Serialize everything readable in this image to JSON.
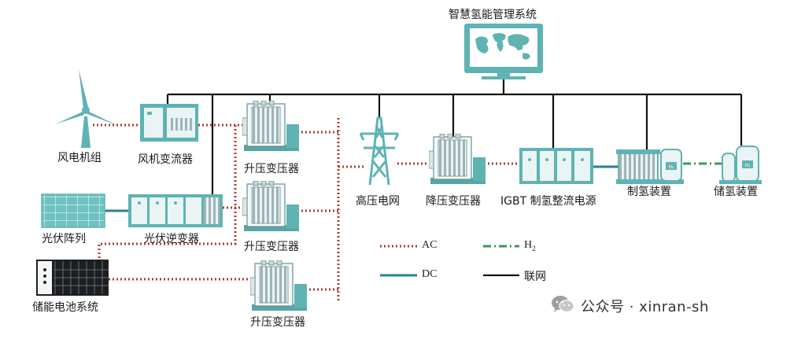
{
  "diagram": {
    "title": "智慧氢能管理系统",
    "labels": {
      "wind_turbine": "风电机组",
      "wind_converter": "风机变流器",
      "pv_array": "光伏阵列",
      "pv_inverter": "光伏逆变器",
      "storage": "储能电池系统",
      "step_up_1": "升压变压器",
      "step_up_2": "升压变压器",
      "step_up_3": "升压变压器",
      "grid": "高压电网",
      "step_down": "降压变压器",
      "rectifier": "IGBT 制氢整流电源",
      "electrolyzer": "制氢装置",
      "h2_storage": "储氢装置"
    },
    "legend": {
      "ac": "AC",
      "dc": "DC",
      "h2": "H",
      "h2_sub": "2",
      "network": "联网"
    },
    "colors": {
      "ac": "#b03a2e",
      "dc": "#2a7f95",
      "h2": "#3a9a55",
      "network": "#111111",
      "equipment": "#5fb3b3"
    }
  },
  "watermark": {
    "text": "公众号 · xinran-sh",
    "icon": "wechat-icon"
  }
}
